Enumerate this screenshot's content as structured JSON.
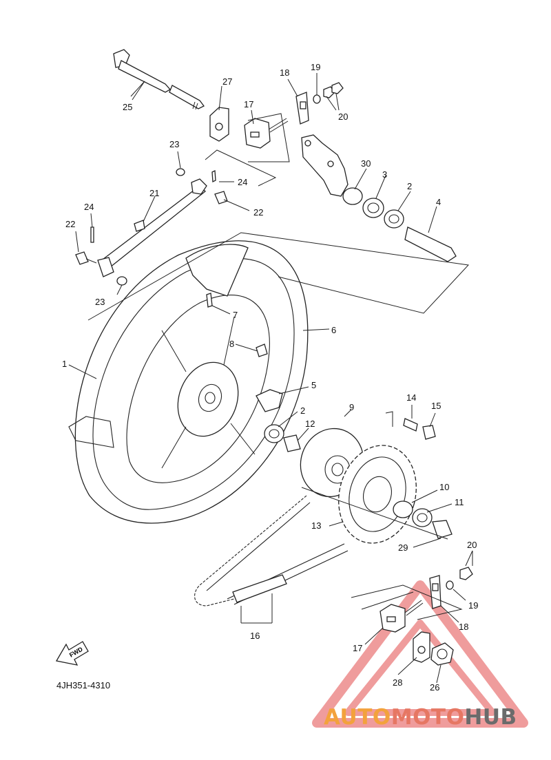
{
  "diagram": {
    "code": "4JH351-4310",
    "fwd_label": "FWD",
    "watermark": {
      "part1": "AUTO",
      "part2": "MOTO",
      "part3": "HUB",
      "color1": "#f3a23c",
      "color2": "#e67763",
      "color3": "#6b6b6b",
      "triangle_color": "#e24d4d"
    },
    "callouts": [
      "1",
      "2",
      "3",
      "4",
      "5",
      "6",
      "7",
      "8",
      "9",
      "10",
      "11",
      "12",
      "13",
      "14",
      "15",
      "16",
      "17",
      "18",
      "19",
      "20",
      "21",
      "22",
      "23",
      "24",
      "25",
      "26",
      "27",
      "28",
      "29",
      "30"
    ],
    "labels": [
      {
        "id": "c25",
        "text": "25"
      },
      {
        "id": "c27",
        "text": "27"
      },
      {
        "id": "c18a",
        "text": "18"
      },
      {
        "id": "c19a",
        "text": "19"
      },
      {
        "id": "c17a",
        "text": "17"
      },
      {
        "id": "c20a",
        "text": "20"
      },
      {
        "id": "c23a",
        "text": "23"
      },
      {
        "id": "c24a",
        "text": "24"
      },
      {
        "id": "c30",
        "text": "30"
      },
      {
        "id": "c3",
        "text": "3"
      },
      {
        "id": "c2a",
        "text": "2"
      },
      {
        "id": "c21",
        "text": "21"
      },
      {
        "id": "c24b",
        "text": "24"
      },
      {
        "id": "c22a",
        "text": "22"
      },
      {
        "id": "c4",
        "text": "4"
      },
      {
        "id": "c22b",
        "text": "22"
      },
      {
        "id": "c23b",
        "text": "23"
      },
      {
        "id": "c7",
        "text": "7"
      },
      {
        "id": "c6",
        "text": "6"
      },
      {
        "id": "c8",
        "text": "8"
      },
      {
        "id": "c1",
        "text": "1"
      },
      {
        "id": "c5",
        "text": "5"
      },
      {
        "id": "c2b",
        "text": "2"
      },
      {
        "id": "c9",
        "text": "9"
      },
      {
        "id": "c12",
        "text": "12"
      },
      {
        "id": "c14",
        "text": "14"
      },
      {
        "id": "c15",
        "text": "15"
      },
      {
        "id": "c10",
        "text": "10"
      },
      {
        "id": "c11",
        "text": "11"
      },
      {
        "id": "c13",
        "text": "13"
      },
      {
        "id": "c29",
        "text": "29"
      },
      {
        "id": "c20b",
        "text": "20"
      },
      {
        "id": "c19b",
        "text": "19"
      },
      {
        "id": "c18b",
        "text": "18"
      },
      {
        "id": "c16",
        "text": "16"
      },
      {
        "id": "c17b",
        "text": "17"
      },
      {
        "id": "c28",
        "text": "28"
      },
      {
        "id": "c26",
        "text": "26"
      }
    ]
  }
}
